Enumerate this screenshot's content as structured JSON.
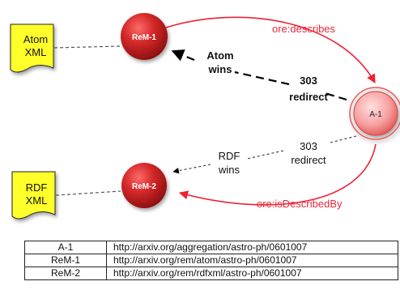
{
  "nodes": {
    "atom_doc": {
      "line1": "Atom",
      "line2": "XML"
    },
    "rdf_doc": {
      "line1": "RDF",
      "line2": "XML"
    },
    "rem1": {
      "label": "ReM-1"
    },
    "rem2": {
      "label": "ReM-2"
    },
    "a1": {
      "label": "A-1"
    }
  },
  "edges": {
    "describes": "ore:describes",
    "is_described_by": "ore:isDescribedBy",
    "atom_wins": {
      "line1": "Atom",
      "line2": "wins"
    },
    "rdf_wins": {
      "line1": "RDF",
      "line2": "wins"
    },
    "redirect_bold": {
      "line1": "303",
      "line2": "redirect"
    },
    "redirect_plain": {
      "line1": "303",
      "line2": "redirect"
    }
  },
  "legend": [
    {
      "key": "A-1",
      "value": "http://arxiv.org/aggregation/astro-ph/0601007"
    },
    {
      "key": "ReM-1",
      "value": "http://arxiv.org/rem/atom/astro-ph/0601007"
    },
    {
      "key": "ReM-2",
      "value": "http://arxiv.org/rem/rdfxml/astro-ph/0601007"
    }
  ],
  "colors": {
    "node_red": "#cc1f1f",
    "doc_yellow": "#ffff2a",
    "arc_red": "#ee2233",
    "label_red": "#e8283a"
  }
}
